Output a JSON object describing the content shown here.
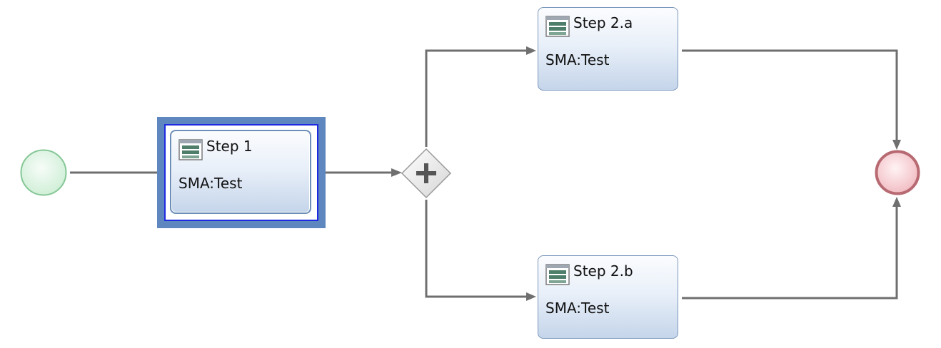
{
  "diagram": {
    "tasks": [
      {
        "id": "step1",
        "title": "Step 1",
        "subtitle": "SMA:Test",
        "selected": true,
        "icon": "task-icon"
      },
      {
        "id": "step2a",
        "title": "Step 2.a",
        "subtitle": "SMA:Test",
        "selected": false,
        "icon": "task-icon"
      },
      {
        "id": "step2b",
        "title": "Step 2.b",
        "subtitle": "SMA:Test",
        "selected": false,
        "icon": "task-icon"
      }
    ],
    "events": [
      {
        "id": "start",
        "type": "start-event"
      },
      {
        "id": "end",
        "type": "end-event"
      }
    ],
    "gateways": [
      {
        "id": "parallel",
        "type": "parallel-gateway",
        "symbol": "+"
      }
    ]
  },
  "colors": {
    "start_fill": "#dff3e4",
    "start_stroke": "#86c796",
    "end_fill": "#f5c9cd",
    "end_stroke": "#b86a73",
    "task_border": "#7b96bc",
    "selection": "#5f87bf",
    "flow": "#6f6f6f"
  }
}
